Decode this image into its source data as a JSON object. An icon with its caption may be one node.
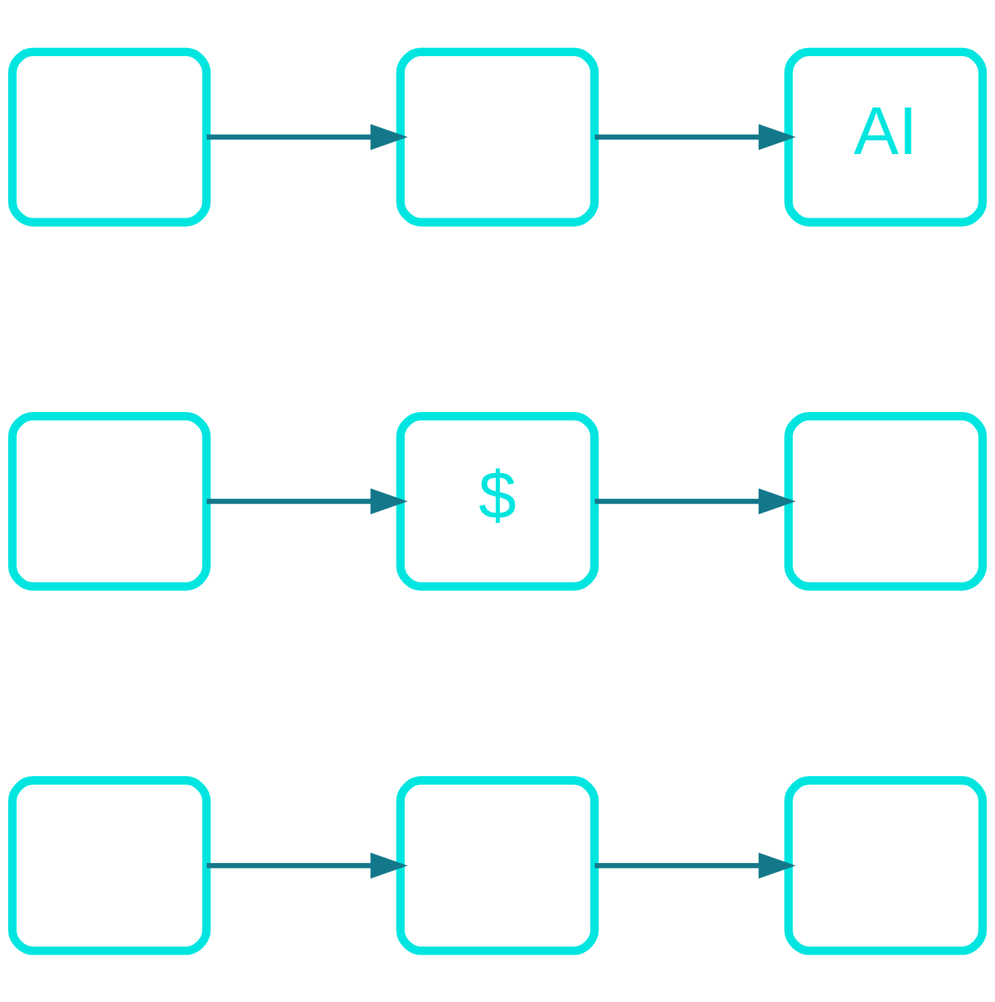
{
  "diagram": {
    "nodes": [
      {
        "text": [],
        "shape": "box"
      },
      {
        "text": [],
        "shape": "box"
      },
      {
        "text": [
          "AI"
        ]
      },
      {
        "text": [],
        "shape": "box"
      },
      {
        "text": [
          "$"
        ]
      },
      {
        "text": [],
        "shape": "box"
      },
      {
        "text": [],
        "shape": "box"
      },
      {
        "text": [],
        "shape": "box"
      },
      {
        "text": [],
        "shape": "box"
      }
    ],
    "edges": [
      {
        "from": 0,
        "to": 1,
        "arrow": "to"
      },
      {
        "from": 1,
        "to": 2,
        "arrow": "to"
      },
      {
        "from": 3,
        "to": 4,
        "arrow": "to"
      },
      {
        "from": 4,
        "to": 5,
        "arrow": "to"
      },
      {
        "from": 6,
        "to": 7,
        "arrow": "to"
      },
      {
        "from": 7,
        "to": 8,
        "arrow": "to"
      }
    ]
  }
}
